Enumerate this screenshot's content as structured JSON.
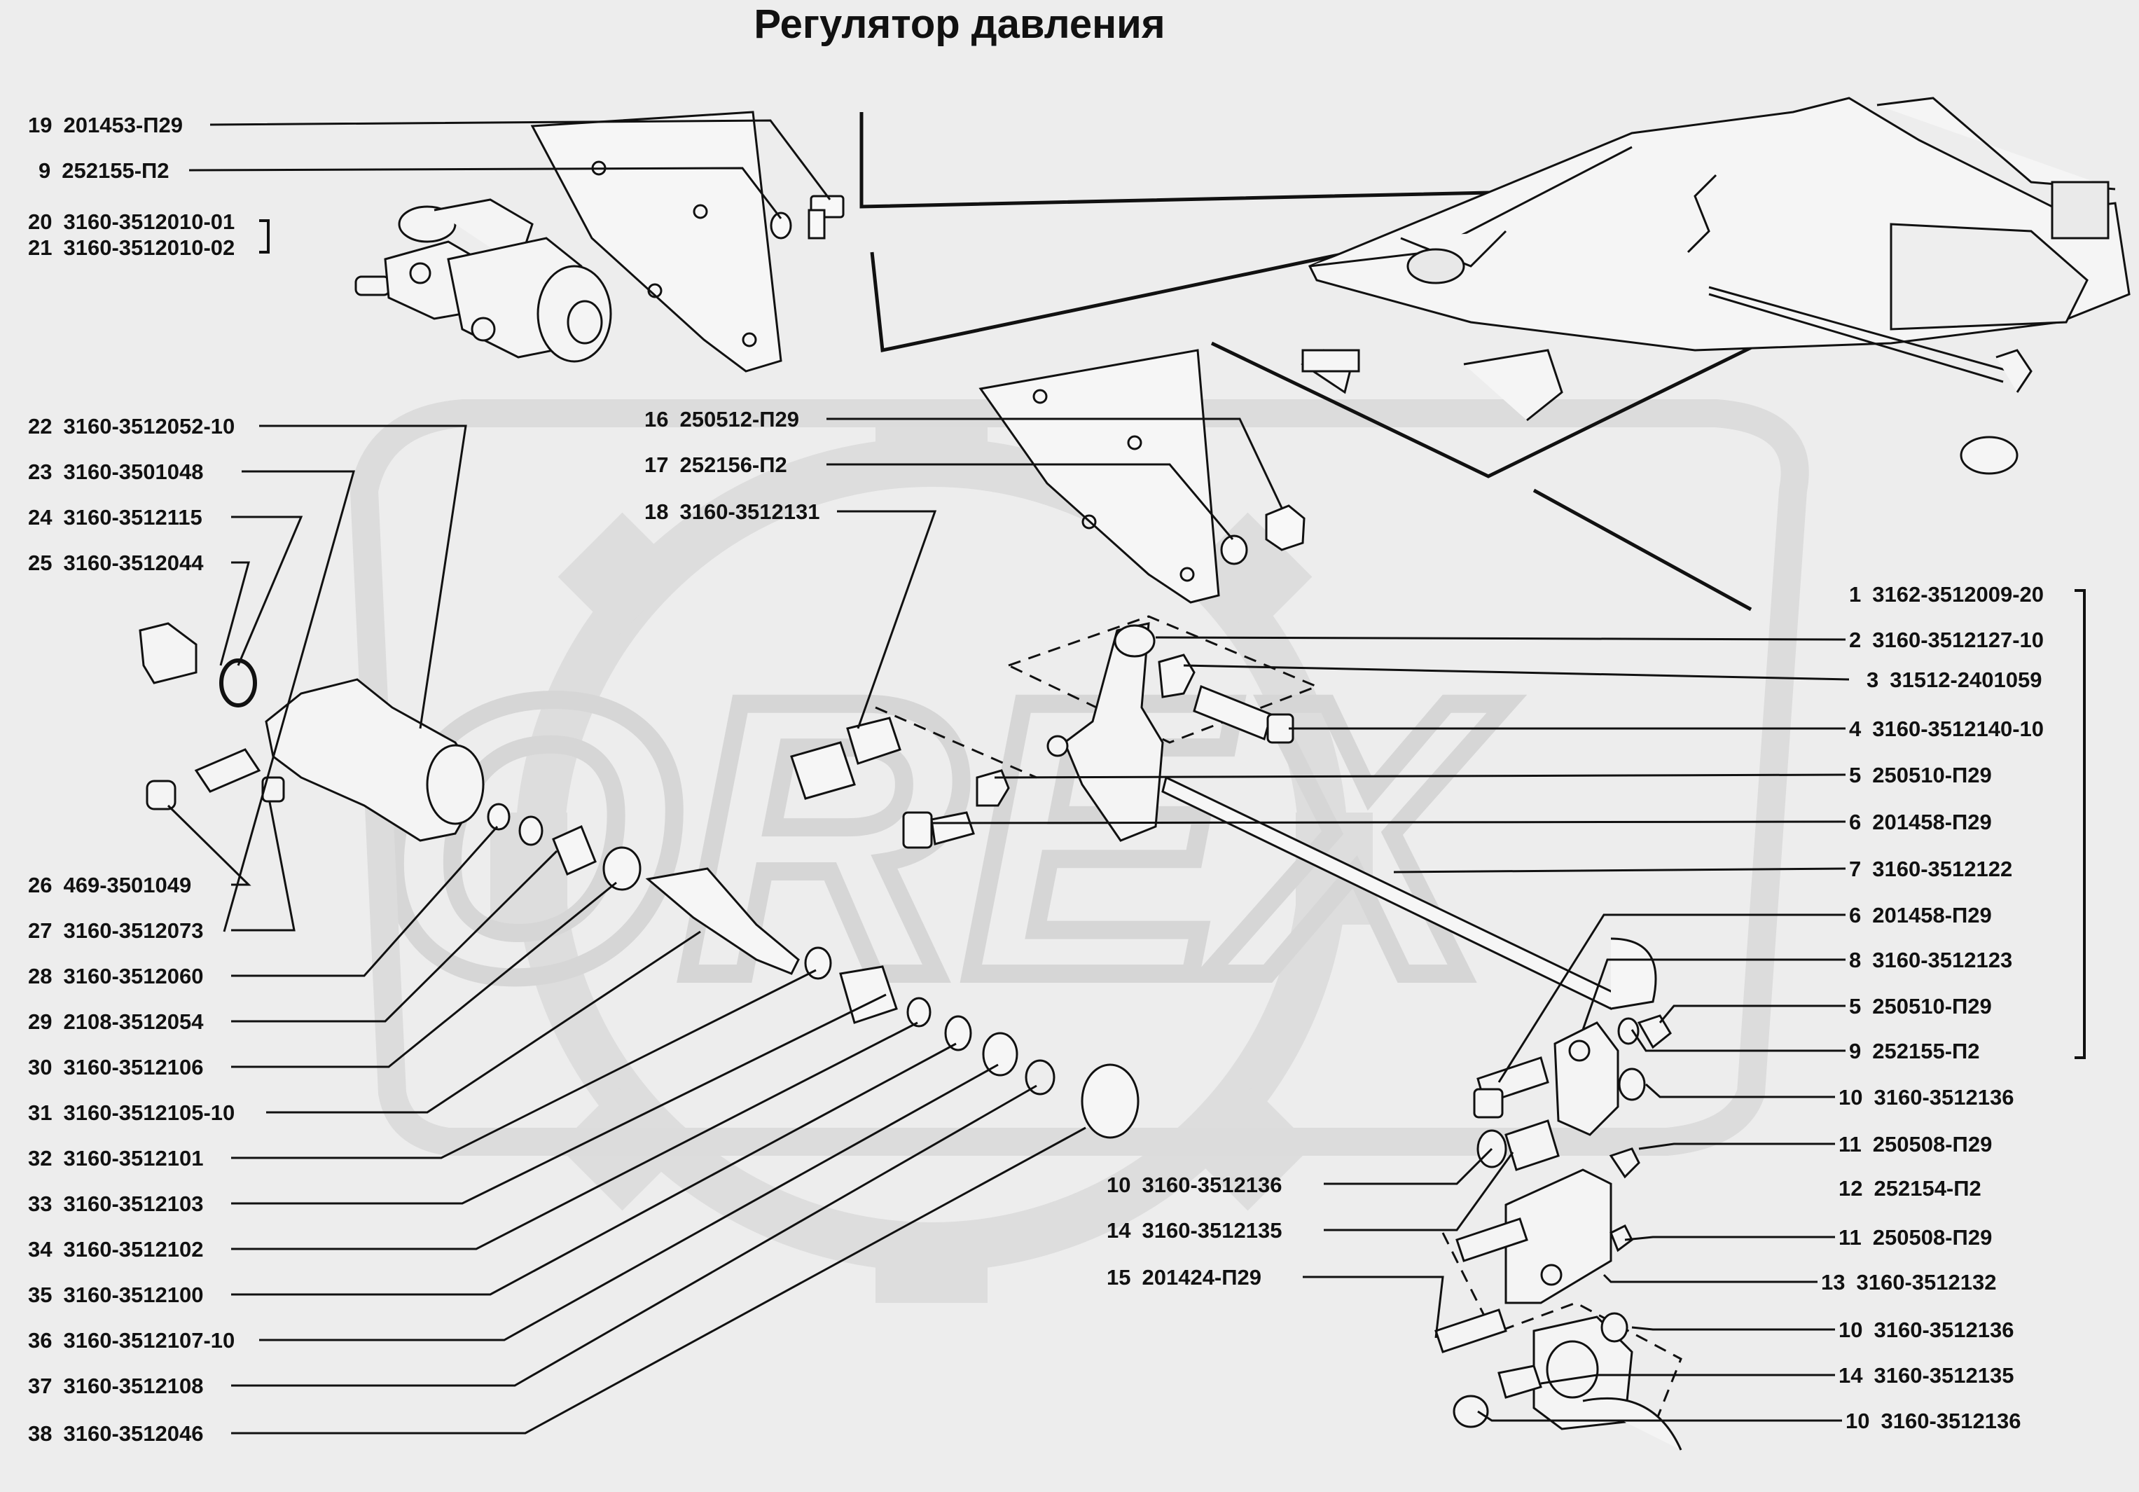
{
  "title": "Регулятор давления",
  "watermark": "OREX",
  "colors": {
    "background": "#ededed",
    "line": "#111111",
    "watermark": "#dcdcdc",
    "part": "#f4f4f4"
  },
  "callouts": [
    {
      "num": "19",
      "code": "201453-П29"
    },
    {
      "num": "9",
      "code": "252155-П2"
    },
    {
      "num": "20",
      "code": "3160-3512010-01"
    },
    {
      "num": "21",
      "code": "3160-3512010-02"
    },
    {
      "num": "22",
      "code": "3160-3512052-10"
    },
    {
      "num": "23",
      "code": "3160-3501048"
    },
    {
      "num": "24",
      "code": "3160-3512115"
    },
    {
      "num": "25",
      "code": "3160-3512044"
    },
    {
      "num": "26",
      "code": "469-3501049"
    },
    {
      "num": "27",
      "code": "3160-3512073"
    },
    {
      "num": "28",
      "code": "3160-3512060"
    },
    {
      "num": "29",
      "code": "2108-3512054"
    },
    {
      "num": "30",
      "code": "3160-3512106"
    },
    {
      "num": "31",
      "code": "3160-3512105-10"
    },
    {
      "num": "32",
      "code": "3160-3512101"
    },
    {
      "num": "33",
      "code": "3160-3512103"
    },
    {
      "num": "34",
      "code": "3160-3512102"
    },
    {
      "num": "35",
      "code": "3160-3512100"
    },
    {
      "num": "36",
      "code": "3160-3512107-10"
    },
    {
      "num": "37",
      "code": "3160-3512108"
    },
    {
      "num": "38",
      "code": "3160-3512046"
    },
    {
      "num": "16",
      "code": "250512-П29"
    },
    {
      "num": "17",
      "code": "252156-П2"
    },
    {
      "num": "18",
      "code": "3160-3512131"
    },
    {
      "num": "1",
      "code": "3162-3512009-20"
    },
    {
      "num": "2",
      "code": "3160-3512127-10"
    },
    {
      "num": "3",
      "code": "31512-2401059"
    },
    {
      "num": "4",
      "code": "3160-3512140-10"
    },
    {
      "num": "5",
      "code": "250510-П29"
    },
    {
      "num": "6",
      "code": "201458-П29"
    },
    {
      "num": "7",
      "code": "3160-3512122"
    },
    {
      "num": "6",
      "code": "201458-П29"
    },
    {
      "num": "8",
      "code": "3160-3512123"
    },
    {
      "num": "5",
      "code": "250510-П29"
    },
    {
      "num": "9",
      "code": "252155-П2"
    },
    {
      "num": "10",
      "code": "3160-3512136"
    },
    {
      "num": "11",
      "code": "250508-П29"
    },
    {
      "num": "12",
      "code": "252154-П2"
    },
    {
      "num": "11",
      "code": "250508-П29"
    },
    {
      "num": "13",
      "code": "3160-3512132"
    },
    {
      "num": "10",
      "code": "3160-3512136"
    },
    {
      "num": "14",
      "code": "3160-3512135"
    },
    {
      "num": "10",
      "code": "3160-3512136"
    },
    {
      "num": "10",
      "code": "3160-3512136"
    },
    {
      "num": "14",
      "code": "3160-3512135"
    },
    {
      "num": "15",
      "code": "201424-П29"
    }
  ]
}
